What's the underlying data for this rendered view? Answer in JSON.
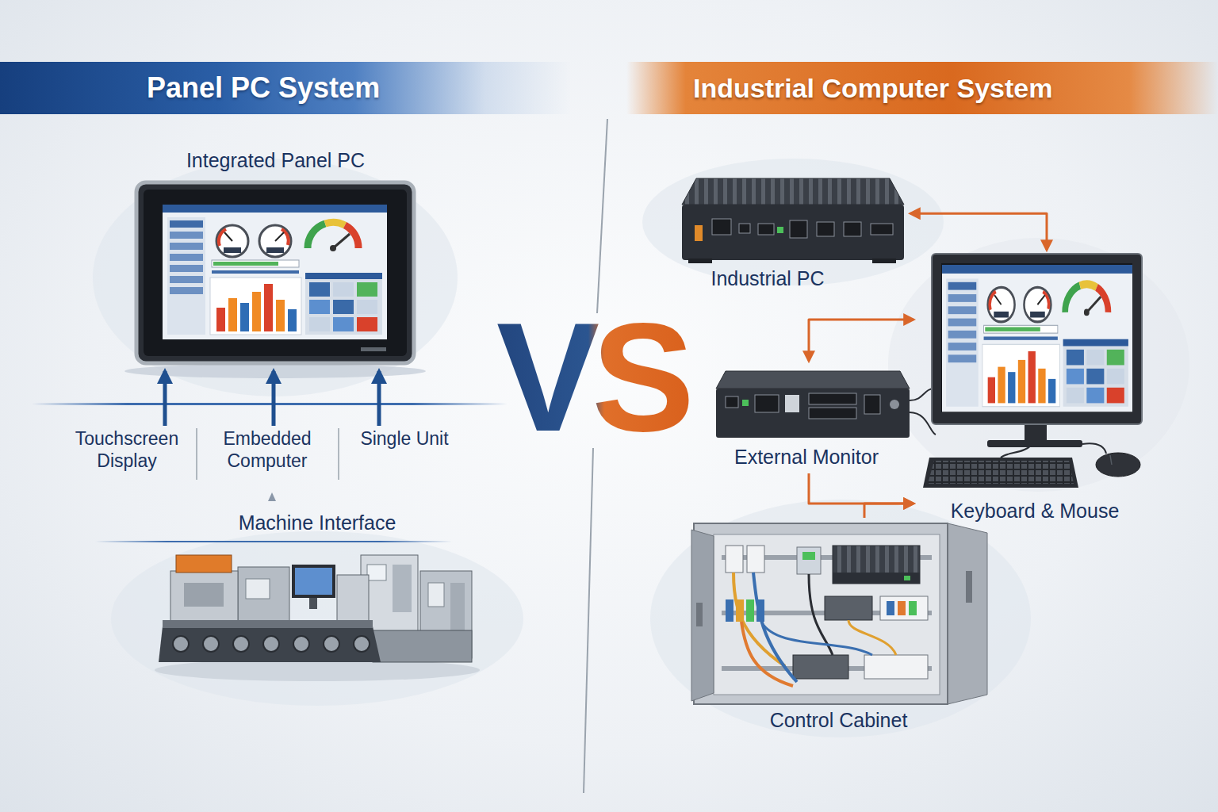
{
  "diagram": {
    "nodes": [
      {
        "text": [
          "Panel PC System"
        ]
      },
      {
        "text": [
          "Industrial Computer System"
        ]
      },
      {
        "text": [
          "Integrated Panel PC"
        ]
      },
      {
        "text": [
          "Touchscreen Display"
        ]
      },
      {
        "text": [
          "Embedded Computer"
        ]
      },
      {
        "text": [
          "Single Unit"
        ]
      },
      {
        "text": [
          "Machine Interface"
        ]
      },
      {
        "text": [
          "Industrial PC"
        ]
      },
      {
        "text": [
          "External Monitor"
        ]
      },
      {
        "text": [
          "Keyboard & Mouse"
        ]
      },
      {
        "text": [
          "Control Cabinet"
        ]
      }
    ],
    "edges": [
      {
        "from": 3,
        "to": 2,
        "arrow": "to"
      },
      {
        "from": 4,
        "to": 2,
        "arrow": "to"
      },
      {
        "from": 5,
        "to": 2,
        "arrow": "to"
      },
      {
        "from": 7,
        "to": 9,
        "arrow": "both"
      },
      {
        "from": 9,
        "to": 8,
        "arrow": "both"
      },
      {
        "from": 8,
        "to": 9,
        "arrow": "to"
      },
      {
        "from": 10,
        "to": 9,
        "arrow": "to"
      }
    ],
    "labels": [
      "VS"
    ]
  }
}
